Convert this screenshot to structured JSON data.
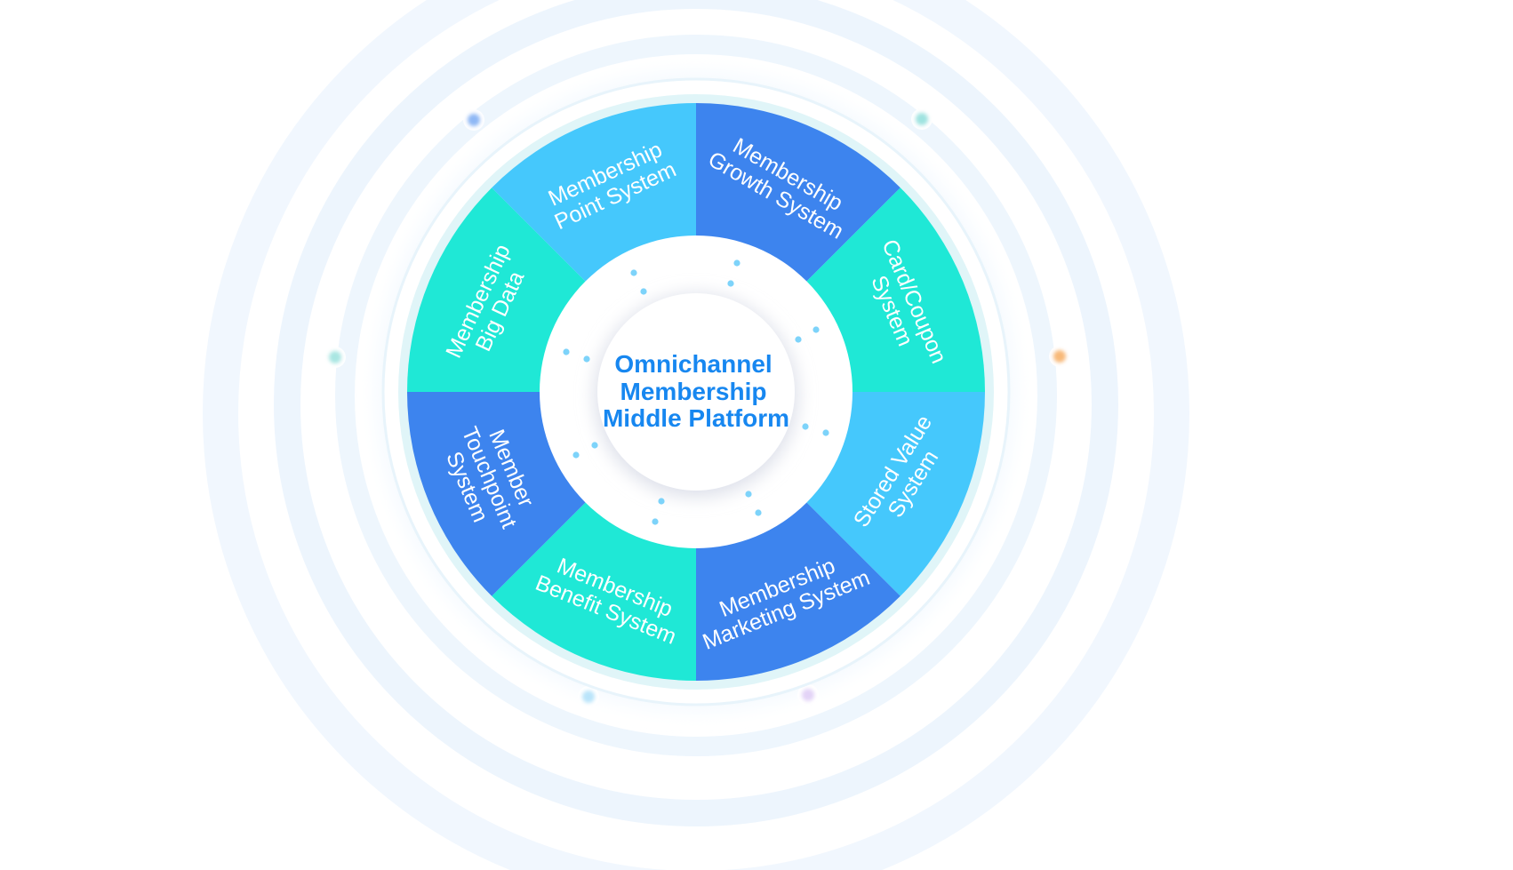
{
  "diagram": {
    "type": "radial-wheel",
    "center": {
      "title_lines": [
        "Omnichannel",
        "Membership",
        "Middle Platform"
      ],
      "text_color": "#1787F0"
    },
    "segments": [
      {
        "id": "growth",
        "lines": [
          "Membership",
          "Growth System"
        ],
        "color": "#3D84EE"
      },
      {
        "id": "card-coupon",
        "lines": [
          "Card/Coupon",
          "System"
        ],
        "color": "#1FE8D6"
      },
      {
        "id": "stored-value",
        "lines": [
          "Stored Value",
          "System"
        ],
        "color": "#45C8FC"
      },
      {
        "id": "marketing",
        "lines": [
          "Membership",
          "Marketing System"
        ],
        "color": "#3D84EE"
      },
      {
        "id": "benefit",
        "lines": [
          "Membership",
          "Benefit System"
        ],
        "color": "#1FE8D6"
      },
      {
        "id": "touchpoint",
        "lines": [
          "Member",
          "Touchpoint",
          "System"
        ],
        "color": "#3D84EE"
      },
      {
        "id": "big-data",
        "lines": [
          "Membership",
          "Big Data"
        ],
        "color": "#1FE8D6"
      },
      {
        "id": "point",
        "lines": [
          "Membership",
          "Point System"
        ],
        "color": "#45C8FC"
      }
    ],
    "accent_dots": [
      {
        "name": "blue",
        "color": "#8FB8F5"
      },
      {
        "name": "teal",
        "color": "#9FE3E0"
      },
      {
        "name": "mint",
        "color": "#A9E6E2"
      },
      {
        "name": "orange",
        "color": "#F8B979"
      },
      {
        "name": "sky",
        "color": "#B9E4FA"
      },
      {
        "name": "purple",
        "color": "#E3D3F7"
      }
    ],
    "inner_dot_color": "#7DD3FA"
  }
}
